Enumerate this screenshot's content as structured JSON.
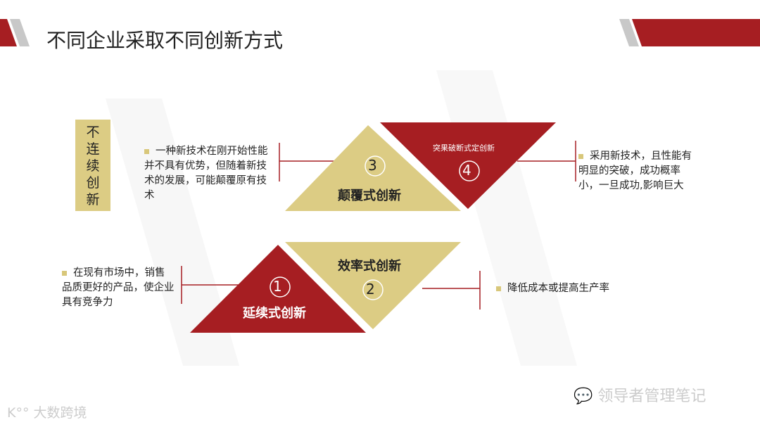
{
  "title": "不同企业采取不同创新方式",
  "discontinuous_label": "不连续创新",
  "disruptive": {
    "number": "3",
    "label": "颠覆式创新",
    "desc": "一种新技术在刚开始性能并不具有优势，但随着新技术的发展，可能颠覆原有技术"
  },
  "breakthrough": {
    "number": "4",
    "label": "突果破断式定创新",
    "desc": "采用新技术，且性能有明显的突破，成功概率小，一旦成功,影响巨大"
  },
  "sustaining": {
    "number": "1",
    "label": "延续式创新",
    "desc": "在现有市场中，销售品质更好的产品，使企业具有竞争力"
  },
  "efficiency": {
    "number": "2",
    "label": "效率式创新",
    "desc": "降低成本或提高生产率"
  },
  "watermarks": {
    "left": "大数跨境",
    "right": "领导者管理笔记"
  },
  "colors": {
    "red": "#a61e22",
    "tan": "#dccc84"
  }
}
